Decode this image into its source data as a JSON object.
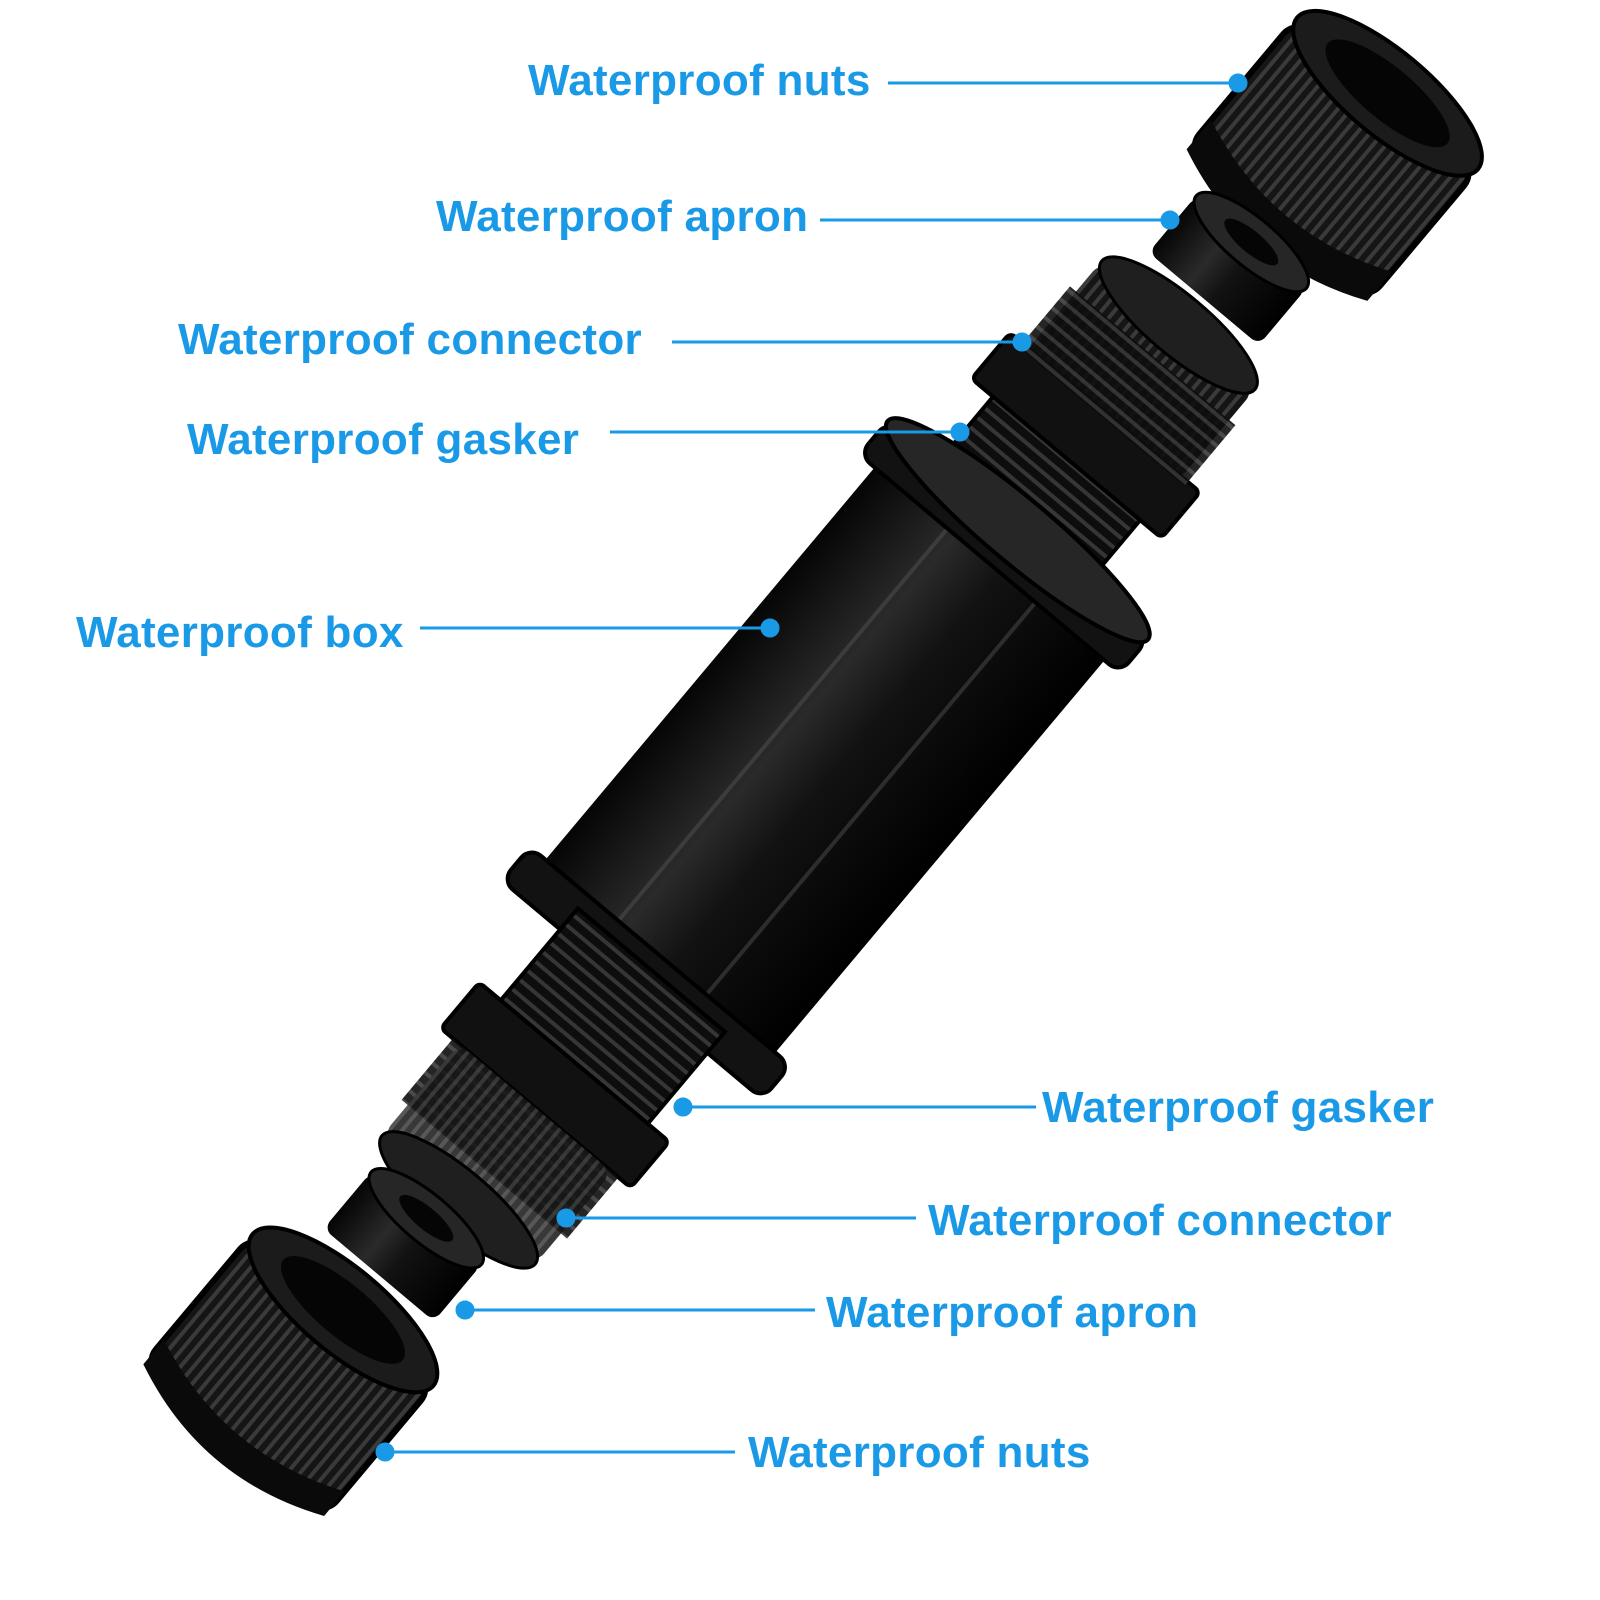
{
  "accent_color": "#1a9ae6",
  "part_color": "#111111",
  "callouts": [
    {
      "label": "Waterproof nuts",
      "target": "top-nut"
    },
    {
      "label": "Waterproof apron",
      "target": "top-apron"
    },
    {
      "label": "Waterproof connector",
      "target": "top-connector"
    },
    {
      "label": "Waterproof gasker",
      "target": "top-gasket"
    },
    {
      "label": "Waterproof box",
      "target": "box"
    },
    {
      "label": "Waterproof gasker",
      "target": "bottom-gasket"
    },
    {
      "label": "Waterproof connector",
      "target": "bottom-connector"
    },
    {
      "label": "Waterproof apron",
      "target": "bottom-apron"
    },
    {
      "label": "Waterproof nuts",
      "target": "bottom-nut"
    }
  ]
}
